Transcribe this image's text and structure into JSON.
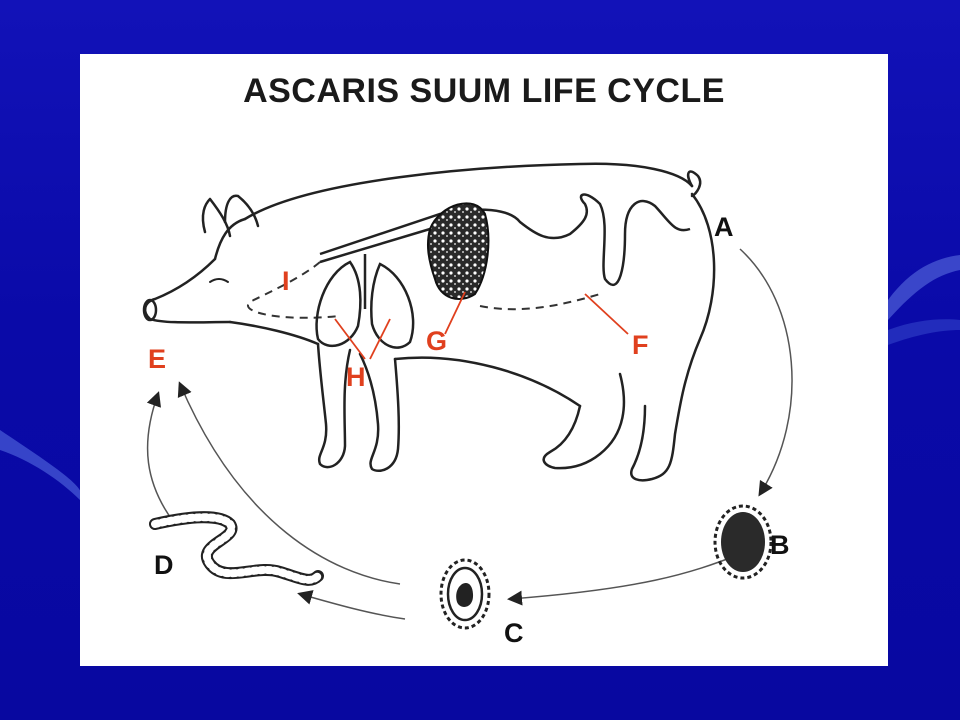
{
  "slide": {
    "title": "ASCARIS SUUM LIFE CYCLE",
    "background_color": "#0a0aa8",
    "accent_red": "#e0401e"
  },
  "labels": {
    "A": "A",
    "B": "B",
    "C": "C",
    "D": "D",
    "E": "E",
    "F": "F",
    "G": "G",
    "H": "H",
    "I": "I"
  }
}
